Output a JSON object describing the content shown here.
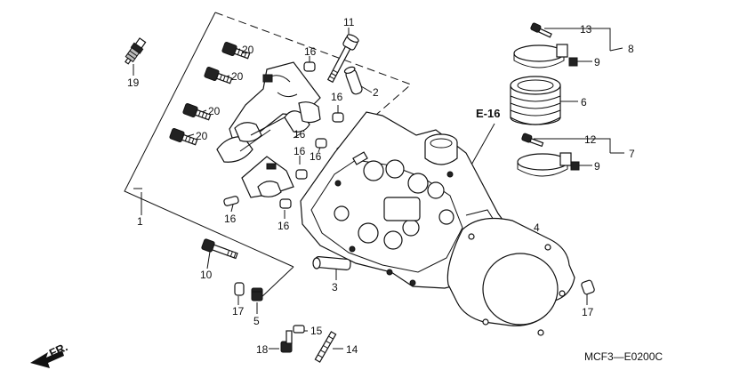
{
  "diagram_code": "MCF3—E0200C",
  "ref_label": "E-16",
  "direction_label": "FR.",
  "callouts": {
    "n1": "1",
    "n2": "2",
    "n3": "3",
    "n4": "4",
    "n5": "5",
    "n6": "6",
    "n7": "7",
    "n8": "8",
    "n9a": "9",
    "n9b": "9",
    "n10": "10",
    "n11": "11",
    "n12": "12",
    "n13": "13",
    "n14": "14",
    "n15": "15",
    "n16a": "16",
    "n16b": "16",
    "n16c": "16",
    "n16d": "16",
    "n16e": "16",
    "n16f": "16",
    "n16g": "16",
    "n17a": "17",
    "n17b": "17",
    "n18": "18",
    "n19": "19",
    "n20a": "20",
    "n20b": "20",
    "n20c": "20",
    "n20d": "20"
  }
}
